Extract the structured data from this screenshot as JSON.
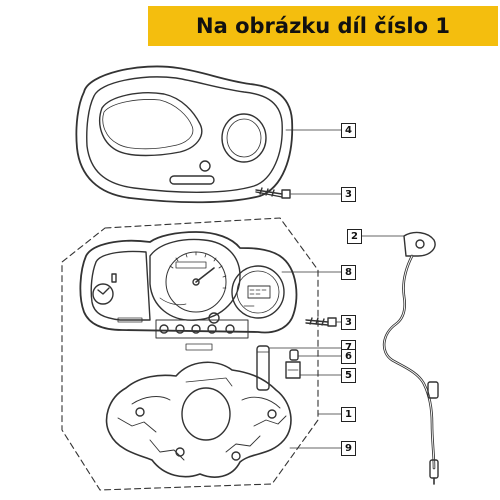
{
  "banner": {
    "text": "Na obrázku díl číslo 1",
    "color": "#f4be0e"
  },
  "callouts": {
    "c4": "4",
    "c3a": "3",
    "c2": "2",
    "c8": "8",
    "c3b": "3",
    "c7": "7",
    "c6": "6",
    "c5": "5",
    "c1": "1",
    "c9": "9"
  },
  "diagram": {
    "parts": [
      {
        "number": "1",
        "part": "instrument-panel-assembly"
      },
      {
        "number": "2",
        "part": "speedometer-cable"
      },
      {
        "number": "3",
        "part": "screw"
      },
      {
        "number": "4",
        "part": "instrument-cover"
      },
      {
        "number": "5",
        "part": "bulb-socket"
      },
      {
        "number": "6",
        "part": "bulb"
      },
      {
        "number": "7",
        "part": "bulb-large"
      },
      {
        "number": "8",
        "part": "clock-gauge"
      },
      {
        "number": "9",
        "part": "instrument-back-housing"
      }
    ]
  }
}
